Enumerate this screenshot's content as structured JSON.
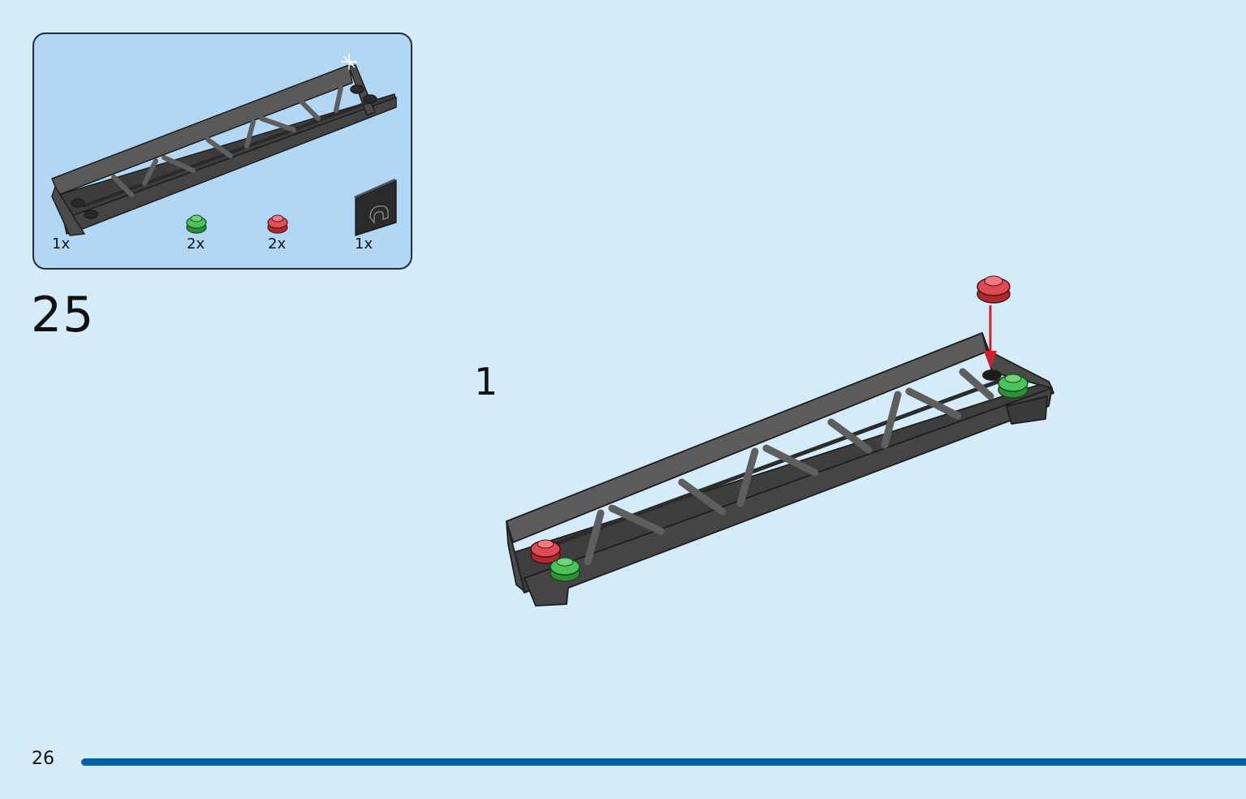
{
  "parts_list": {
    "items": [
      {
        "part": "dark grey lattice girder",
        "quantity": "1x"
      },
      {
        "part": "transparent green round plate",
        "quantity": "2x",
        "color": "#3fae4a"
      },
      {
        "part": "transparent red round plate",
        "quantity": "2x",
        "color": "#d8303c"
      },
      {
        "part": "sticker / decorated tile",
        "quantity": "1x"
      }
    ]
  },
  "step": {
    "number": "25",
    "substep": "1"
  },
  "page": {
    "number": "26"
  },
  "colors": {
    "background": "#d4ebf9",
    "parts_box": "#b1d7f4",
    "girder": "#4a4a4a",
    "arrow": "#d0202a",
    "footer_bar": "#0a5ea8"
  }
}
